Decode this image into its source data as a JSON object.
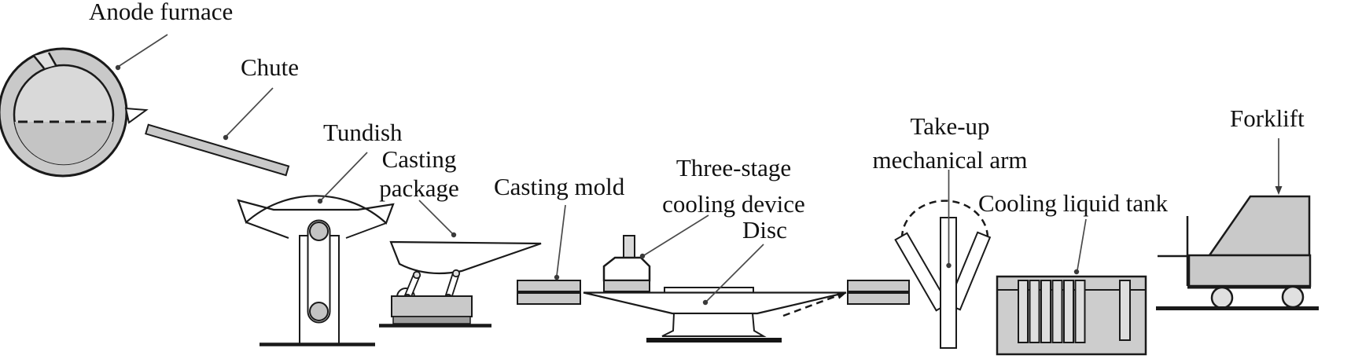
{
  "figure": {
    "type": "process-flow-equipment-diagram",
    "description_visible_text_only": true,
    "equipment_sequence": [
      "Anode furnace",
      "Chute",
      "Tundish",
      "Casting package",
      "Casting mold",
      "Three-stage cooling device",
      "Disc",
      "Take-up mechanical arm",
      "Cooling liquid tank",
      "Forklift"
    ]
  },
  "labels": {
    "anode_furnace": "Anode furnace",
    "chute": "Chute",
    "tundish": "Tundish",
    "casting_package_l1": "Casting",
    "casting_package_l2": "package",
    "casting_mold": "Casting mold",
    "cooling_device_l1": "Three-stage",
    "cooling_device_l2": "cooling device",
    "disc": "Disc",
    "take_up_l1": "Take-up",
    "take_up_l2": "mechanical arm",
    "cooling_tank": "Cooling liquid tank",
    "forklift": "Forklift"
  },
  "colors": {
    "background": "#ffffff",
    "line": "#1a1a1a",
    "metal_gray": "#c9c9c9",
    "light_gray": "#d9d9d9",
    "inner_lower_gray": "#c4c4c4",
    "pale_gray": "#e0e0e0",
    "dark_strip": "#9e9e9e",
    "tank_gray": "#cdcdcd",
    "leader": "#4a4a4a"
  }
}
